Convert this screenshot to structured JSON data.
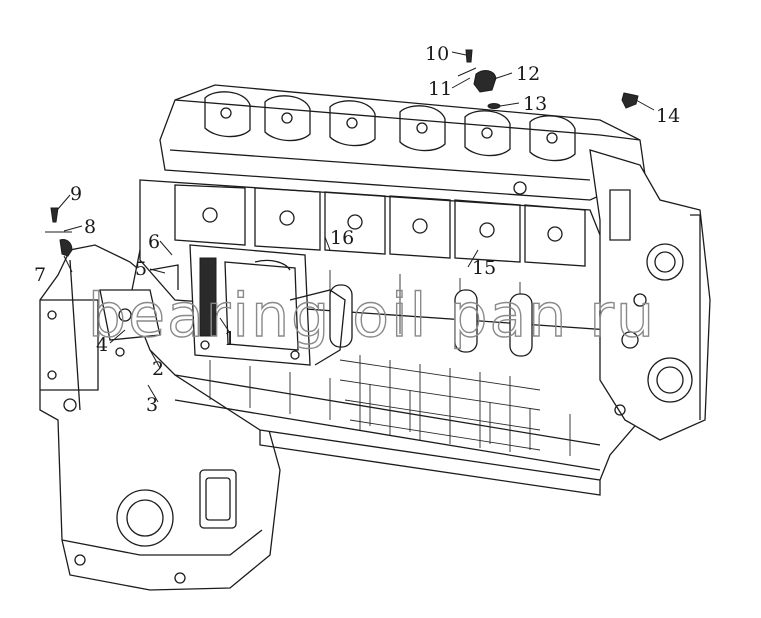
{
  "diagram": {
    "watermark": "bearing oil pan ru",
    "labels": [
      {
        "id": "1",
        "text": "1"
      },
      {
        "id": "2",
        "text": "2"
      },
      {
        "id": "3",
        "text": "3"
      },
      {
        "id": "4",
        "text": "4"
      },
      {
        "id": "5",
        "text": "5"
      },
      {
        "id": "6",
        "text": "6"
      },
      {
        "id": "7",
        "text": "7"
      },
      {
        "id": "8",
        "text": "8"
      },
      {
        "id": "9",
        "text": "9"
      },
      {
        "id": "10",
        "text": "10"
      },
      {
        "id": "11",
        "text": "11"
      },
      {
        "id": "12",
        "text": "12"
      },
      {
        "id": "13",
        "text": "13"
      },
      {
        "id": "14",
        "text": "14"
      },
      {
        "id": "15",
        "text": "15"
      },
      {
        "id": "16",
        "text": "16"
      }
    ]
  }
}
